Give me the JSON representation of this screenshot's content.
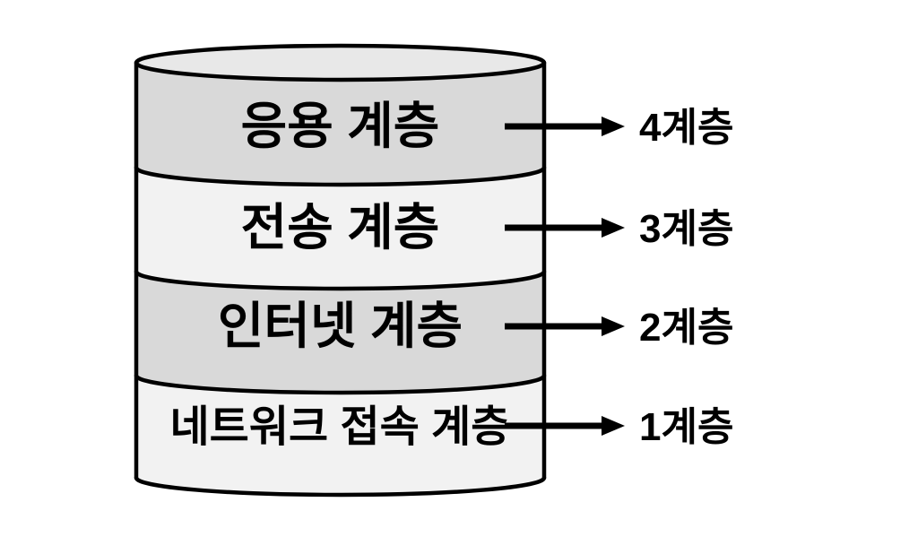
{
  "diagram": {
    "colors": {
      "background": "#ffffff",
      "stroke": "#000000",
      "lid_fill": "#e8e8e8",
      "band_dark": "#d9d9d9",
      "band_light": "#f2f2f2",
      "text": "#000000"
    },
    "layers": [
      {
        "label": "응용 계층",
        "fill": "#d9d9d9",
        "side_label": "4계층"
      },
      {
        "label": "전송 계층",
        "fill": "#f2f2f2",
        "side_label": "3계층"
      },
      {
        "label": "인터넷 계층",
        "fill": "#d9d9d9",
        "side_label": "2계층"
      },
      {
        "label": "네트워크 접속 계층",
        "fill": "#f2f2f2",
        "side_label": "1계층"
      }
    ]
  }
}
